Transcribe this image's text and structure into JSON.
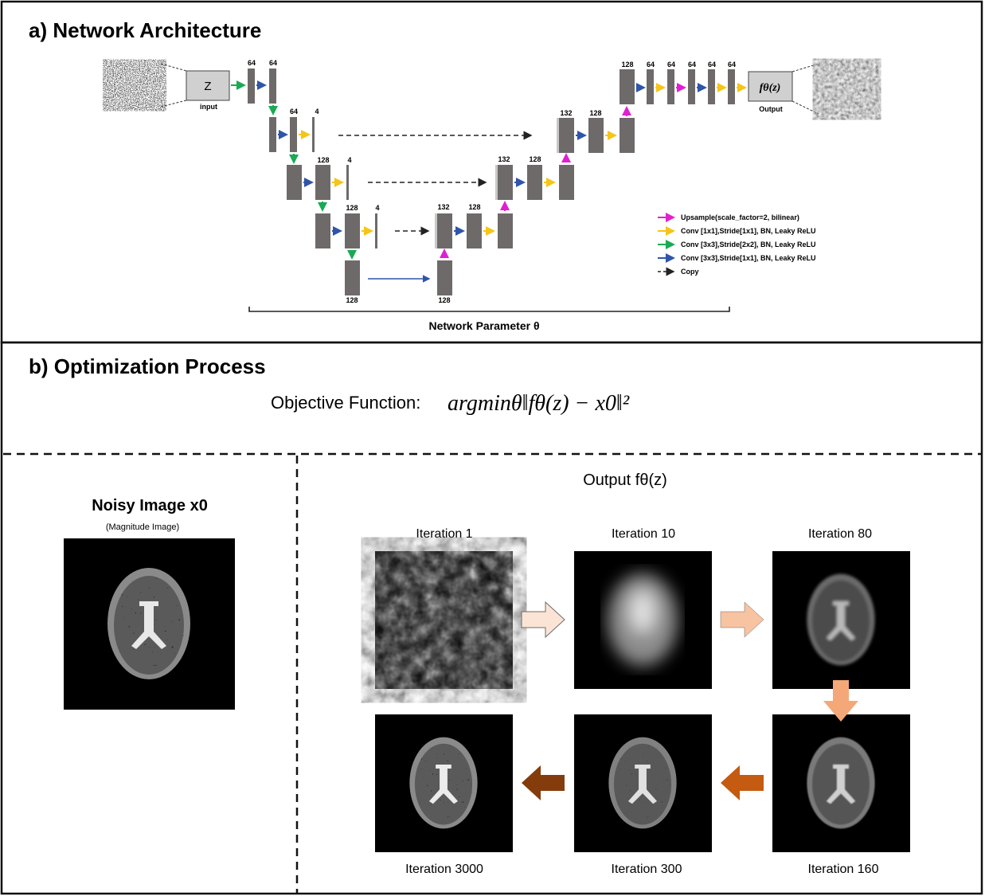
{
  "section_a": {
    "title": "a) Network Architecture",
    "input_node_text": "Z",
    "input_caption": "input",
    "output_node_text": "fθ(z)",
    "output_caption": "Output",
    "param_label": "Network Parameter θ",
    "channels": {
      "enc1_a": "64",
      "enc1_b": "64",
      "enc2_a": "64",
      "enc2_skip": "4",
      "enc3_a": "128",
      "enc3_skip": "4",
      "enc4_a": "128",
      "enc4_skip": "4",
      "bottom_a": "128",
      "bottom_b": "128",
      "dec4_a": "132",
      "dec4_b": "128",
      "dec3_a": "132",
      "dec3_b": "128",
      "dec2_a": "132",
      "dec2_b": "128",
      "dec1_a": "128",
      "dec1_b": "64",
      "dec1_c": "64",
      "dec1_d": "64",
      "dec1_e": "64",
      "dec1_f": "64"
    },
    "legend": [
      {
        "label": "Upsample(scale_factor=2, bilinear)",
        "color": "#e020d0",
        "style": "solid"
      },
      {
        "label": "Conv [1x1],Stride[1x1], BN, Leaky ReLU",
        "color": "#f5c518",
        "style": "solid"
      },
      {
        "label": "Conv [3x3],Stride[2x2], BN, Leaky ReLU",
        "color": "#1aaa55",
        "style": "solid"
      },
      {
        "label": "Conv [3x3],Stride[1x1], BN, Leaky ReLU",
        "color": "#2f55a8",
        "style": "solid"
      },
      {
        "label": "Copy",
        "color": "#222222",
        "style": "dashed"
      }
    ]
  },
  "section_b": {
    "title": "b) Optimization Process",
    "objective_label": "Objective Function:",
    "objective_formula": "argminθ‖fθ(z) − x0‖²",
    "noisy_title": "Noisy Image x0",
    "noisy_subtitle": "(Magnitude Image)",
    "output_title": "Output fθ(z)",
    "iterations": {
      "i1": "Iteration 1",
      "i10": "Iteration 10",
      "i80": "Iteration 80",
      "i160": "Iteration 160",
      "i300": "Iteration 300",
      "i3000": "Iteration 3000"
    },
    "arrow_colors": [
      "#fbe4d5",
      "#f8c3a0",
      "#f4a878",
      "#c55a11",
      "#843c0c"
    ]
  }
}
